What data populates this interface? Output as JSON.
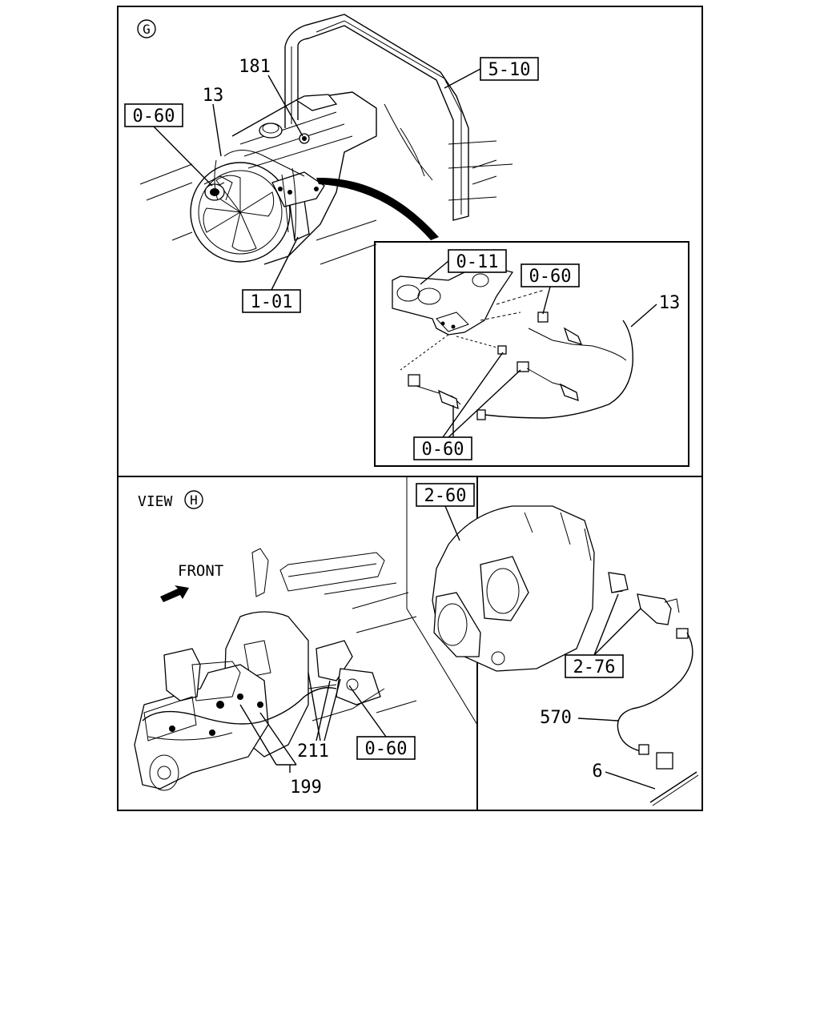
{
  "views": {
    "g": {
      "marker": "G"
    },
    "h": {
      "prefix": "VIEW",
      "marker": "H"
    }
  },
  "front_label": "FRONT",
  "callouts": {
    "top_181": "181",
    "top_13": "13",
    "top_0_60": "0-60",
    "top_5_10": "5-10",
    "top_1_01": "1-01",
    "inset_0_11": "0-11",
    "inset_0_60_top": "0-60",
    "inset_13": "13",
    "inset_0_60_bottom": "0-60",
    "left_211": "211",
    "left_199": "199",
    "left_0_60": "0-60",
    "right_2_60": "2-60",
    "right_2_76": "2-76",
    "right_570": "570",
    "right_6": "6"
  },
  "icons": [
    "circle-g-icon",
    "circle-h-icon",
    "front-arrow-icon"
  ]
}
